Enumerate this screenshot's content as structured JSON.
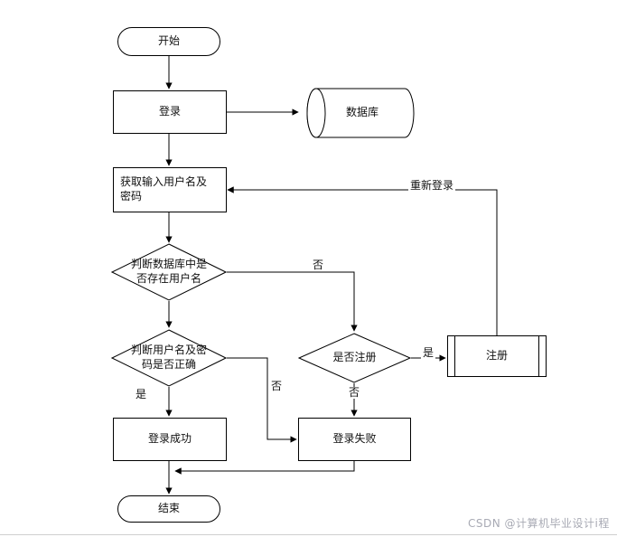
{
  "nodes": {
    "start": "开始",
    "login": "登录",
    "database": "数据库",
    "get_input": "获取输入用户名及密码",
    "check_user_exists": "判断数据库中是否存在用户名",
    "check_password": "判断用户名及密码是否正确",
    "register_question": "是否注册",
    "register": "注册",
    "login_success": "登录成功",
    "login_fail": "登录失败",
    "end": "结束"
  },
  "edge_labels": {
    "exists_no": "否",
    "password_yes": "是",
    "password_no": "否",
    "register_yes": "是",
    "register_no": "否",
    "relogin": "重新登录"
  },
  "watermark": "CSDN @计算机毕业设计i程"
}
